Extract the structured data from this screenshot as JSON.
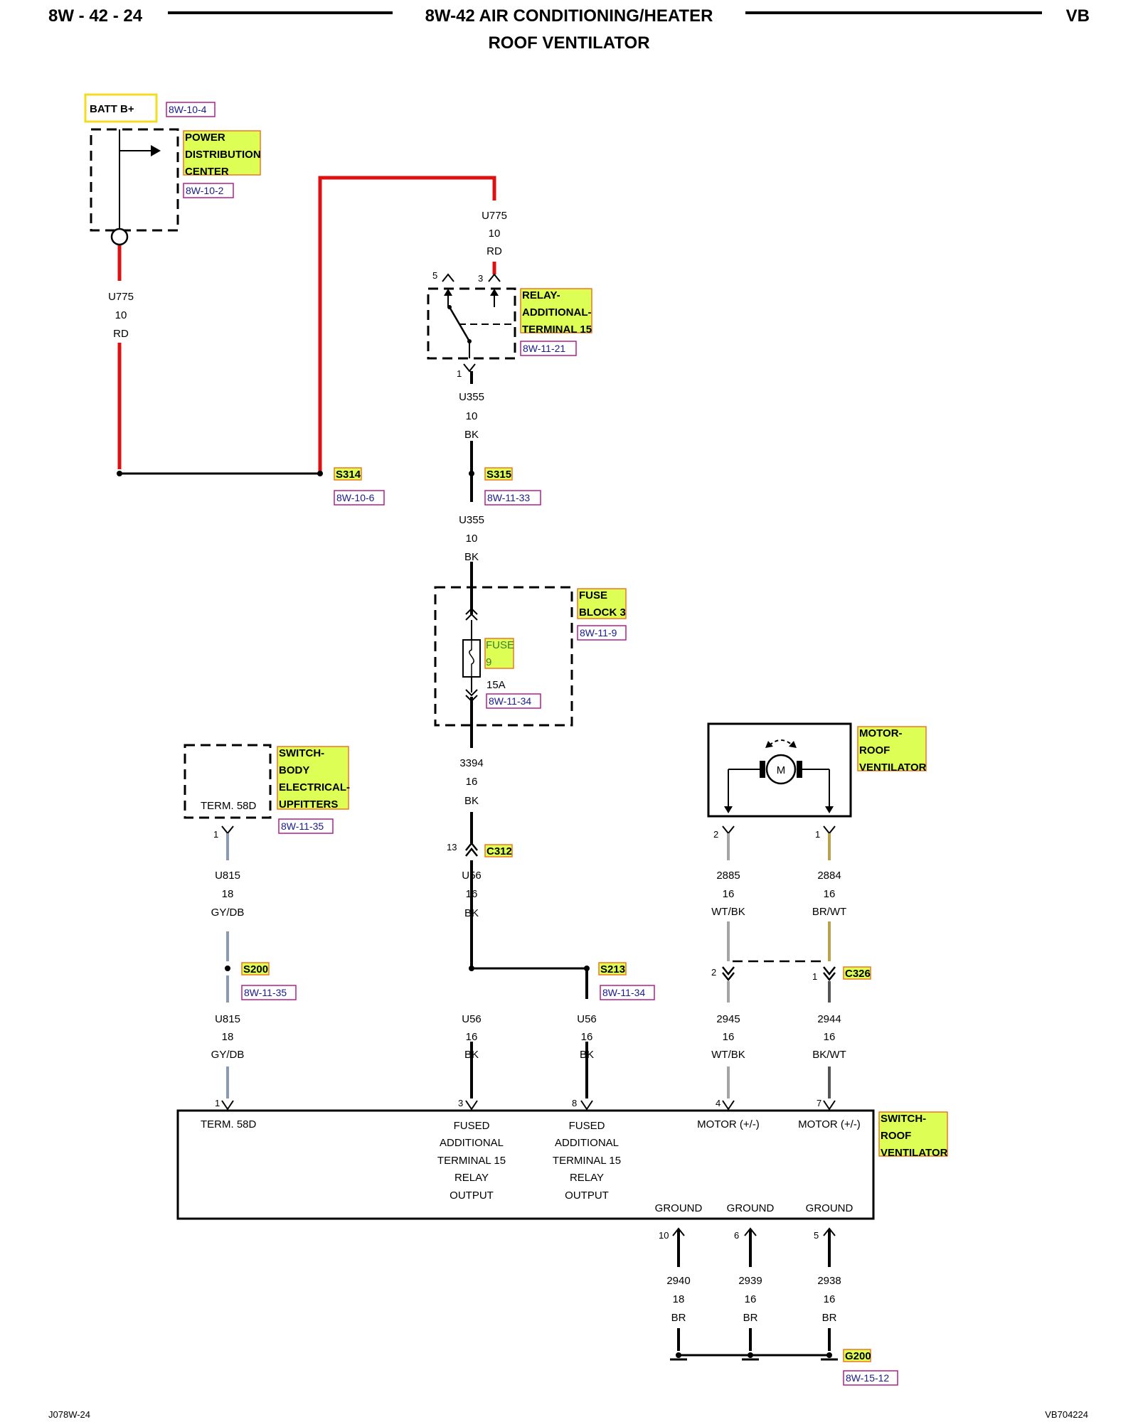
{
  "header": {
    "page_ref": "8W - 42 - 24",
    "title_line1": "8W-42 AIR CONDITIONING/HEATER",
    "title_line2": "ROOF VENTILATOR",
    "vehicle": "VB"
  },
  "footer": {
    "left_code": "J078W-24",
    "right_code": "VB704224"
  },
  "batt": {
    "label": "BATT B+",
    "ref": "8W-10-4"
  },
  "pdc": {
    "lines": [
      "POWER",
      "DISTRIBUTION",
      "CENTER"
    ],
    "ref": "8W-10-2"
  },
  "wire_pdc": {
    "circuit": "U775",
    "gauge": "10",
    "color": "RD"
  },
  "wire_relay_in": {
    "circuit": "U775",
    "gauge": "10",
    "color": "RD"
  },
  "relay": {
    "lines": [
      "RELAY-",
      "ADDITIONAL-",
      "TERMINAL 15"
    ],
    "ref": "8W-11-21",
    "pin5": "5",
    "pin3": "3",
    "pin1": "1"
  },
  "wire_relay_out": {
    "circuit": "U355",
    "gauge": "10",
    "color": "BK"
  },
  "s314": {
    "label": "S314",
    "ref": "8W-10-6"
  },
  "s315": {
    "label": "S315",
    "ref": "8W-11-33"
  },
  "wire_s315_out": {
    "circuit": "U355",
    "gauge": "10",
    "color": "BK"
  },
  "fuse_block": {
    "lines": [
      "FUSE",
      "BLOCK 3"
    ],
    "ref": "8W-11-9"
  },
  "fuse": {
    "label": "FUSE",
    "number": "9",
    "rating": "15A",
    "ref": "8W-11-34"
  },
  "wire_fuse_out": {
    "circuit": "3394",
    "gauge": "16",
    "color": "BK"
  },
  "c312": {
    "label": "C312",
    "pin": "13"
  },
  "wire_c312_out": {
    "circuit": "U56",
    "gauge": "16",
    "color": "BK"
  },
  "s213": {
    "label": "S213",
    "ref": "8W-11-34"
  },
  "wire_u56_a": {
    "circuit": "U56",
    "gauge": "16",
    "color": "BK"
  },
  "wire_u56_b": {
    "circuit": "U56",
    "gauge": "16",
    "color": "BK"
  },
  "switch_body": {
    "lines": [
      "SWITCH-",
      "BODY",
      "ELECTRICAL-",
      "UPFITTERS"
    ],
    "ref": "8W-11-35",
    "term": "TERM. 58D",
    "pin": "1"
  },
  "wire_u815_a": {
    "circuit": "U815",
    "gauge": "18",
    "color": "GY/DB"
  },
  "s200": {
    "label": "S200",
    "ref": "8W-11-35"
  },
  "wire_u815_b": {
    "circuit": "U815",
    "gauge": "18",
    "color": "GY/DB"
  },
  "motor": {
    "lines": [
      "MOTOR-",
      "ROOF",
      "VENTILATOR"
    ],
    "symbol": "M",
    "pin2": "2",
    "pin1": "1"
  },
  "wire_2885": {
    "circuit": "2885",
    "gauge": "16",
    "color": "WT/BK"
  },
  "wire_2884": {
    "circuit": "2884",
    "gauge": "16",
    "color": "BR/WT"
  },
  "c326": {
    "label": "C326",
    "pin2": "2",
    "pin1": "1"
  },
  "wire_2945": {
    "circuit": "2945",
    "gauge": "16",
    "color": "WT/BK"
  },
  "wire_2944": {
    "circuit": "2944",
    "gauge": "16",
    "color": "BK/WT"
  },
  "switch_roof": {
    "lines": [
      "SWITCH-",
      "ROOF",
      "VENTILATOR"
    ],
    "pins": [
      "1",
      "3",
      "8",
      "4",
      "7",
      "10",
      "6",
      "5"
    ],
    "term58d": "TERM. 58D",
    "fused_out": [
      "FUSED",
      "ADDITIONAL",
      "TERMINAL 15",
      "RELAY",
      "OUTPUT"
    ],
    "motor_a": "MOTOR (+/-)",
    "motor_b": "MOTOR (+/-)",
    "ground": "GROUND"
  },
  "wire_2940": {
    "circuit": "2940",
    "gauge": "18",
    "color": "BR"
  },
  "wire_2939": {
    "circuit": "2939",
    "gauge": "16",
    "color": "BR"
  },
  "wire_2938": {
    "circuit": "2938",
    "gauge": "16",
    "color": "BR"
  },
  "g200": {
    "label": "G200",
    "ref": "8W-15-12"
  },
  "colors": {
    "wire_red": "#dd1111",
    "highlight": "#ddff55",
    "highlight_border": "#ee7722",
    "ref_border": "#b0208a",
    "batt_border": "#f2dd22"
  }
}
